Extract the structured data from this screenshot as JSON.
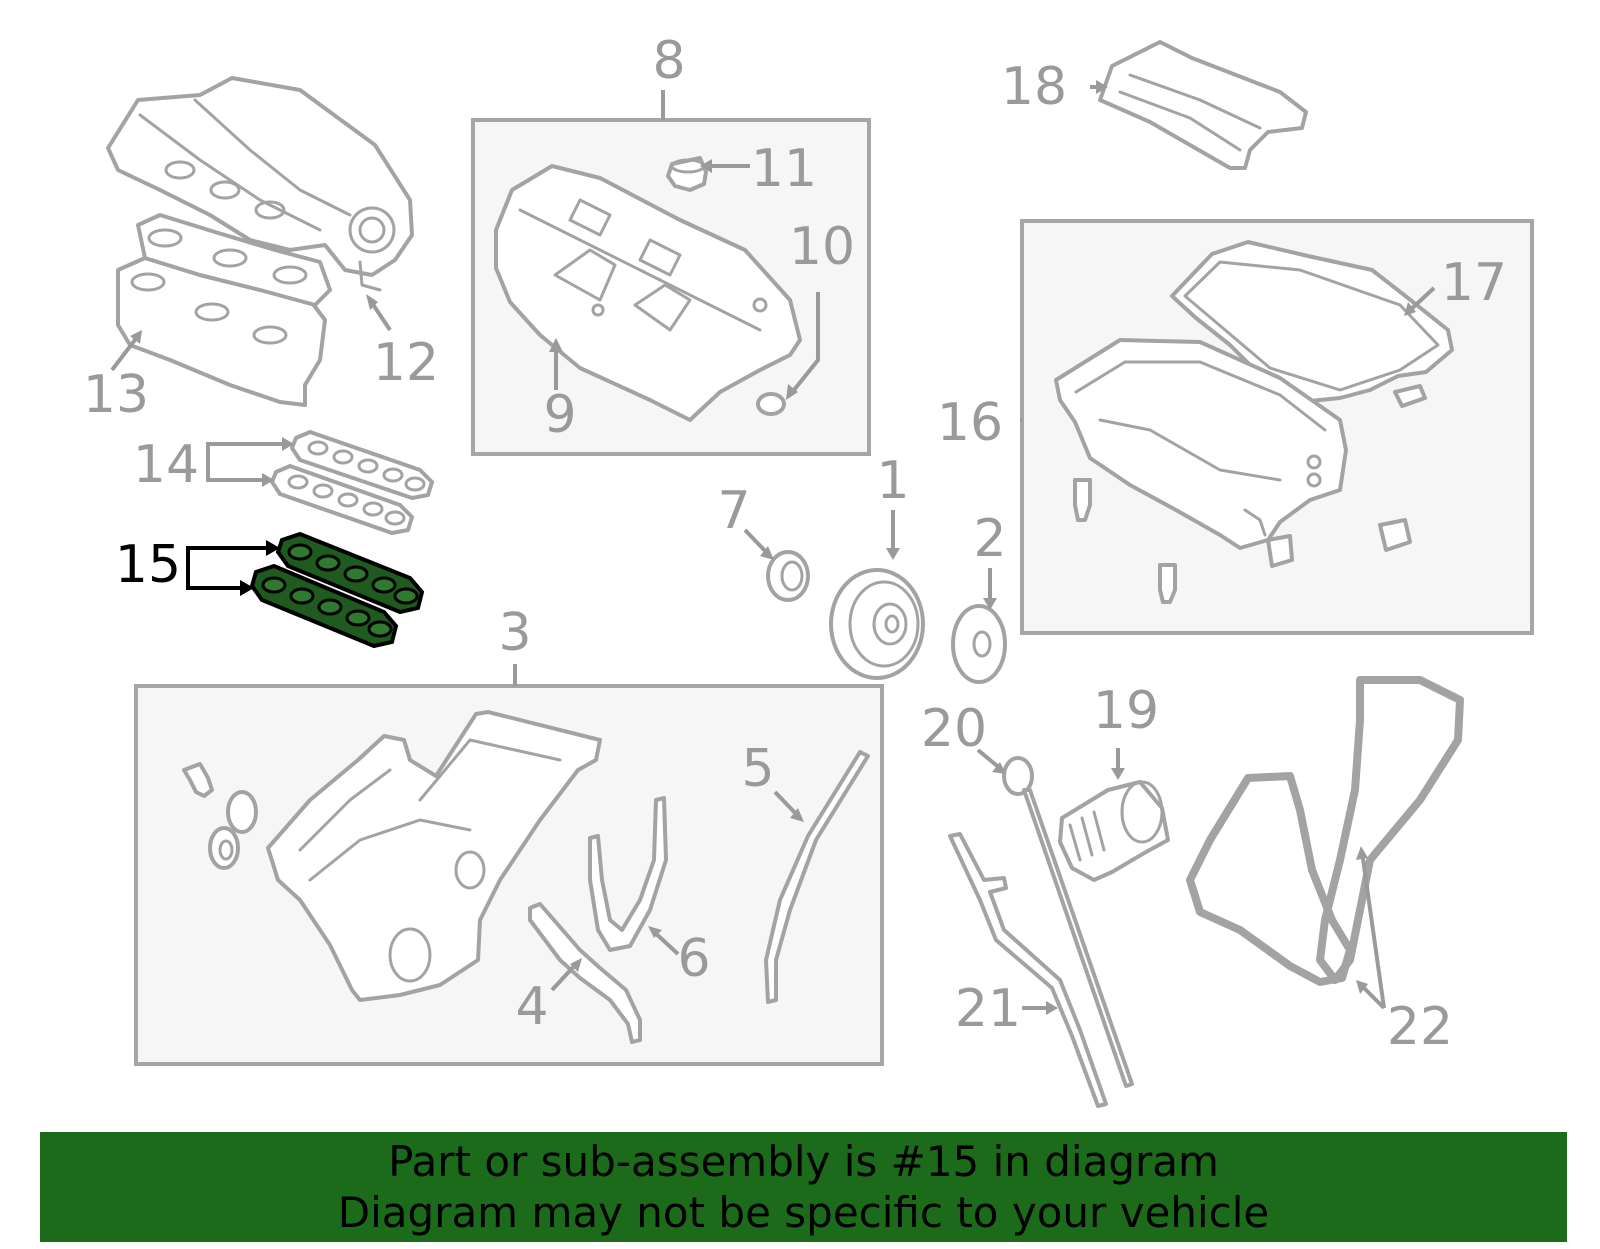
{
  "callouts": {
    "c1": "1",
    "c2": "2",
    "c3": "3",
    "c4": "4",
    "c5": "5",
    "c6": "6",
    "c7": "7",
    "c8": "8",
    "c9": "9",
    "c10": "10",
    "c11": "11",
    "c12": "12",
    "c13": "13",
    "c14": "14",
    "c15": "15",
    "c16": "16",
    "c17": "17",
    "c18": "18",
    "c19": "19",
    "c20": "20",
    "c21": "21",
    "c22": "22"
  },
  "highlighted_part": "15",
  "colors": {
    "highlight_fill": "#1f5a1f",
    "banner_background": "#1c6b1a",
    "callout_text": "#9a9a9a",
    "outline": "#a3a3a3"
  },
  "banner": {
    "line1": "Part or sub-assembly is #15 in diagram",
    "line2": "Diagram may not be specific to your vehicle"
  }
}
